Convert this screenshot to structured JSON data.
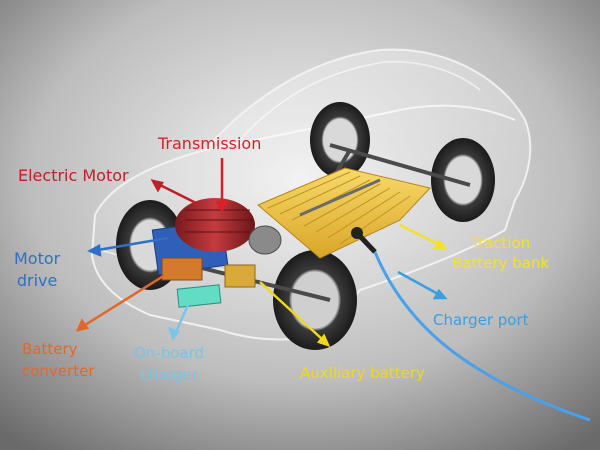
{
  "colors": {
    "background_center": "#f2f2f2",
    "background_edge": "#6e6e6e",
    "transmission": "#d8202a",
    "electric_motor": "#c01f26",
    "motor_drive": "#2f6fc4",
    "battery_converter": "#e2672a",
    "on_board_charger": "#7ac4e6",
    "traction_battery": "#f5e12b",
    "charger_port": "#3a9fe0",
    "auxiliary_battery": "#f0d81e"
  },
  "labels": {
    "transmission": "Transmission",
    "electric_motor": "Electric Motor",
    "motor_drive_line1": "Motor",
    "motor_drive_line2": "drive",
    "battery_converter_line1": "Battery",
    "battery_converter_line2": "converter",
    "on_board_charger_line1": "On-board",
    "on_board_charger_line2": "charger",
    "traction_battery_line1": "Traction",
    "traction_battery_line2": "Battery bank",
    "charger_port": "Charger port",
    "auxiliary_battery": "Auxiliary battery"
  }
}
